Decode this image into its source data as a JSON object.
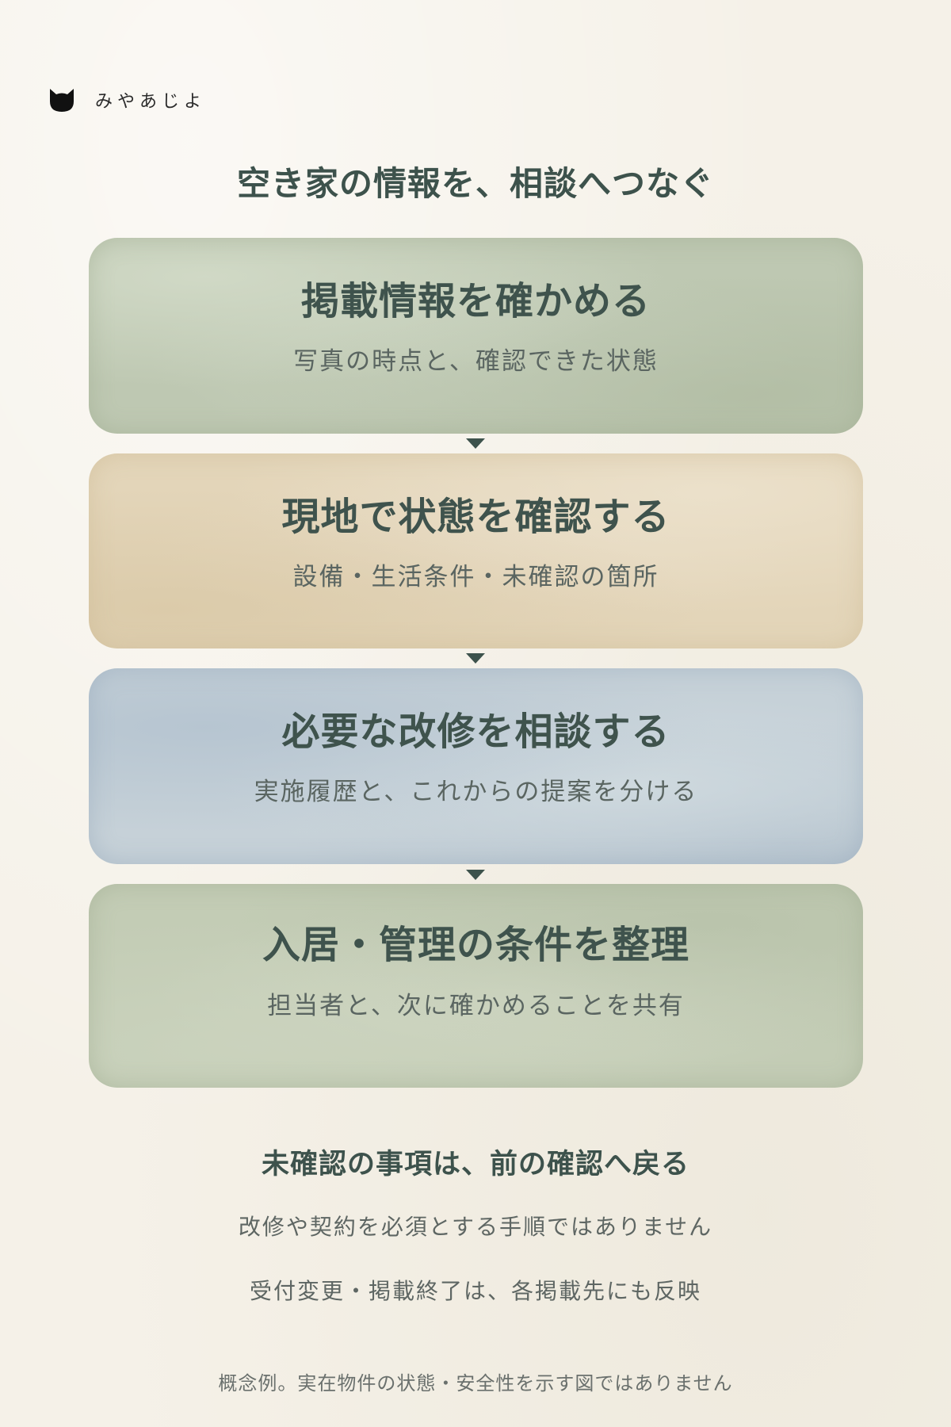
{
  "brand": {
    "name": "みやあじよ",
    "icon": "cat-icon"
  },
  "title": "空き家の情報を、相談へつなぐ",
  "steps": [
    {
      "title": "掲載情報を確かめる",
      "subtitle": "写真の時点と、確認できた状態",
      "color": "#bec8b2"
    },
    {
      "title": "現地で状態を確認する",
      "subtitle": "設備・生活条件・未確認の箇所",
      "color": "#e3d5b9"
    },
    {
      "title": "必要な改修を相談する",
      "subtitle": "実施履歴と、これからの提案を分ける",
      "color": "#c6d1d8"
    },
    {
      "title": "入居・管理の条件を整理",
      "subtitle": "担当者と、次に確かめることを共有",
      "color": "#c3ccb5"
    }
  ],
  "arrow_icon": "arrow-down-icon",
  "note": {
    "title": "未確認の事項は、前の確認へ戻る",
    "lines": [
      "改修や契約を必須とする手順ではありません",
      "受付変更・掲載終了は、各掲載先にも反映"
    ]
  },
  "footnote": "概念例。実在物件の状態・安全性を示す図ではありません",
  "colors": {
    "accent": "#3d524c",
    "background": "#f5f1e8"
  }
}
